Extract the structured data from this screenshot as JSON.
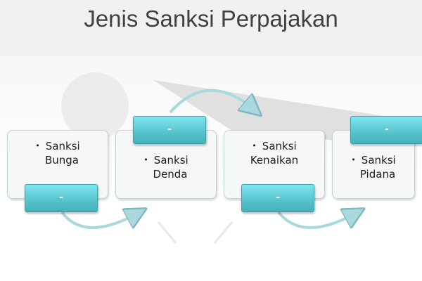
{
  "slide": {
    "title": "Jenis Sanksi Perpajakan"
  },
  "steps": [
    {
      "line1": "Sanksi",
      "line2": "Bunga",
      "tab_label": "-"
    },
    {
      "line1": "Sanksi",
      "line2": "Denda",
      "tab_label": "-"
    },
    {
      "line1": "Sanksi",
      "line2": "Kenaikan",
      "tab_label": "-"
    },
    {
      "line1": "Sanksi",
      "line2": "Pidana",
      "tab_label": "-"
    }
  ],
  "bullet": "•",
  "colors": {
    "header_bg": "#f1f1f1",
    "title": "#404040",
    "tab_teal": "#59c6cf",
    "arrow": "#a9d8de"
  }
}
